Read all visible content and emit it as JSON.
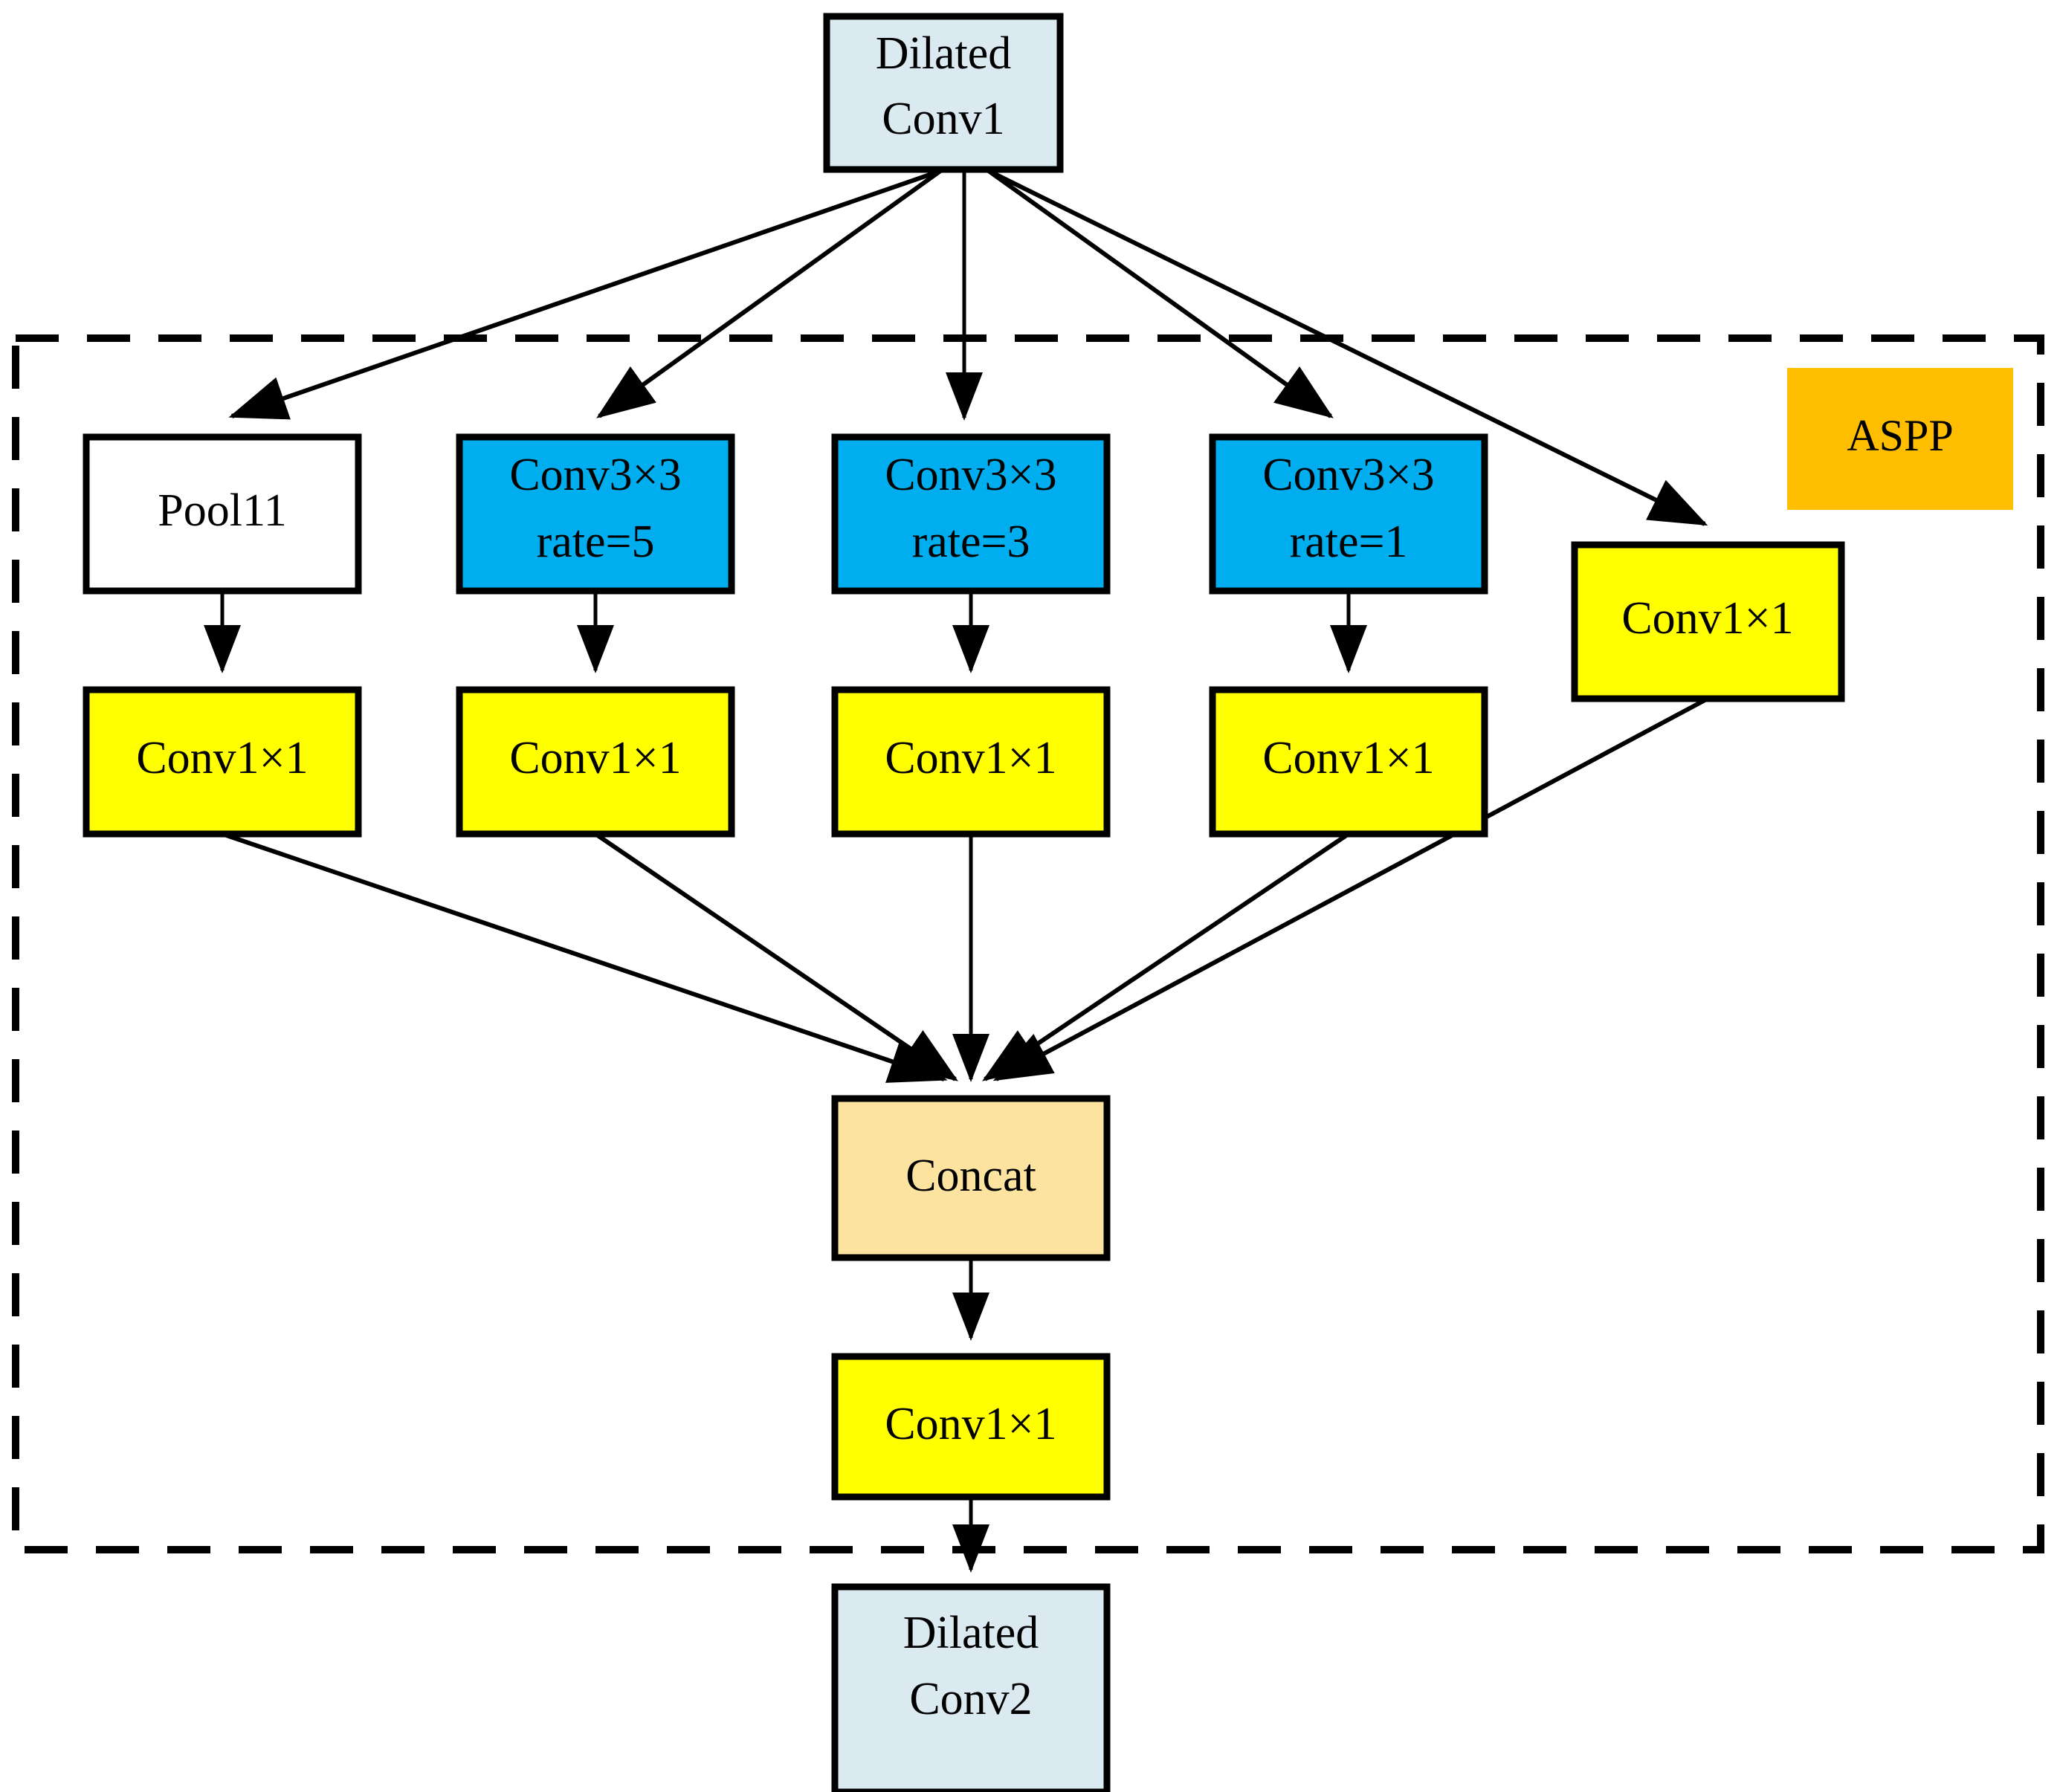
{
  "diagram": {
    "title": "ASPP module block diagram",
    "group_label": "ASPP",
    "colors": {
      "dilated_conv_fill": "#DBE9F1",
      "pool_fill": "#FFFFFF",
      "conv3x3_fill": "#00AEEF",
      "conv1x1_fill": "#FFFF00",
      "concat_fill": "#FCE3A0",
      "aspp_badge_fill": "#FFBF00",
      "stroke": "#000000"
    },
    "nodes": {
      "input": {
        "line1": "Dilated",
        "line2": "Conv1"
      },
      "pool": {
        "line1": "Pool11"
      },
      "branch_rate5": {
        "line1": "Conv3×3",
        "line2": "rate=5"
      },
      "branch_rate3": {
        "line1": "Conv3×3",
        "line2": "rate=3"
      },
      "branch_rate1": {
        "line1": "Conv3×3",
        "line2": "rate=1"
      },
      "conv1x1_pool": {
        "line1": "Conv1×1"
      },
      "conv1x1_rate5": {
        "line1": "Conv1×1"
      },
      "conv1x1_rate3": {
        "line1": "Conv1×1"
      },
      "conv1x1_rate1": {
        "line1": "Conv1×1"
      },
      "conv1x1_image": {
        "line1": "Conv1×1"
      },
      "concat": {
        "line1": "Concat"
      },
      "conv1x1_out": {
        "line1": "Conv1×1"
      },
      "output": {
        "line1": "Dilated",
        "line2": "Conv2"
      }
    },
    "edges": [
      {
        "from": "input",
        "to": "pool"
      },
      {
        "from": "input",
        "to": "branch_rate5"
      },
      {
        "from": "input",
        "to": "branch_rate3"
      },
      {
        "from": "input",
        "to": "branch_rate1"
      },
      {
        "from": "input",
        "to": "conv1x1_image"
      },
      {
        "from": "pool",
        "to": "conv1x1_pool"
      },
      {
        "from": "branch_rate5",
        "to": "conv1x1_rate5"
      },
      {
        "from": "branch_rate3",
        "to": "conv1x1_rate3"
      },
      {
        "from": "branch_rate1",
        "to": "conv1x1_rate1"
      },
      {
        "from": "conv1x1_pool",
        "to": "concat"
      },
      {
        "from": "conv1x1_rate5",
        "to": "concat"
      },
      {
        "from": "conv1x1_rate3",
        "to": "concat"
      },
      {
        "from": "conv1x1_rate1",
        "to": "concat"
      },
      {
        "from": "conv1x1_image",
        "to": "concat"
      },
      {
        "from": "concat",
        "to": "conv1x1_out"
      },
      {
        "from": "conv1x1_out",
        "to": "output"
      }
    ]
  }
}
